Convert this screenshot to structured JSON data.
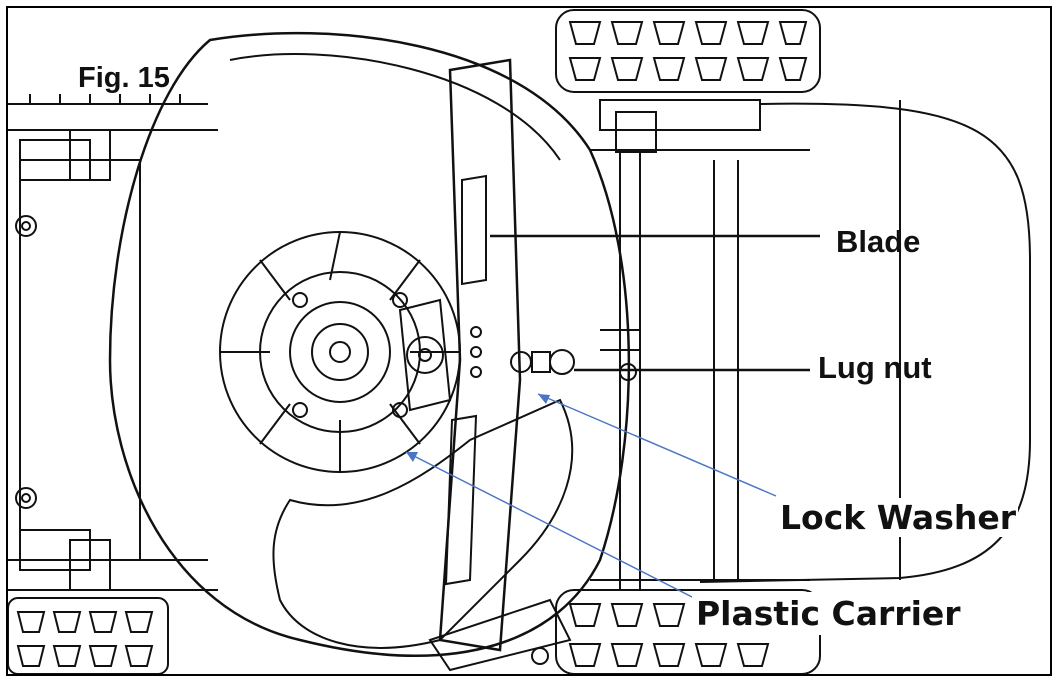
{
  "figure": {
    "label": "Fig. 15",
    "parts": {
      "blade": "Blade",
      "lug_nut": "Lug nut",
      "lock_washer": "Lock Washer",
      "plastic_carrier": "Plastic Carrier"
    },
    "colors": {
      "line": "#111111",
      "leader_blue": "#4a74c4",
      "background": "#ffffff"
    }
  }
}
